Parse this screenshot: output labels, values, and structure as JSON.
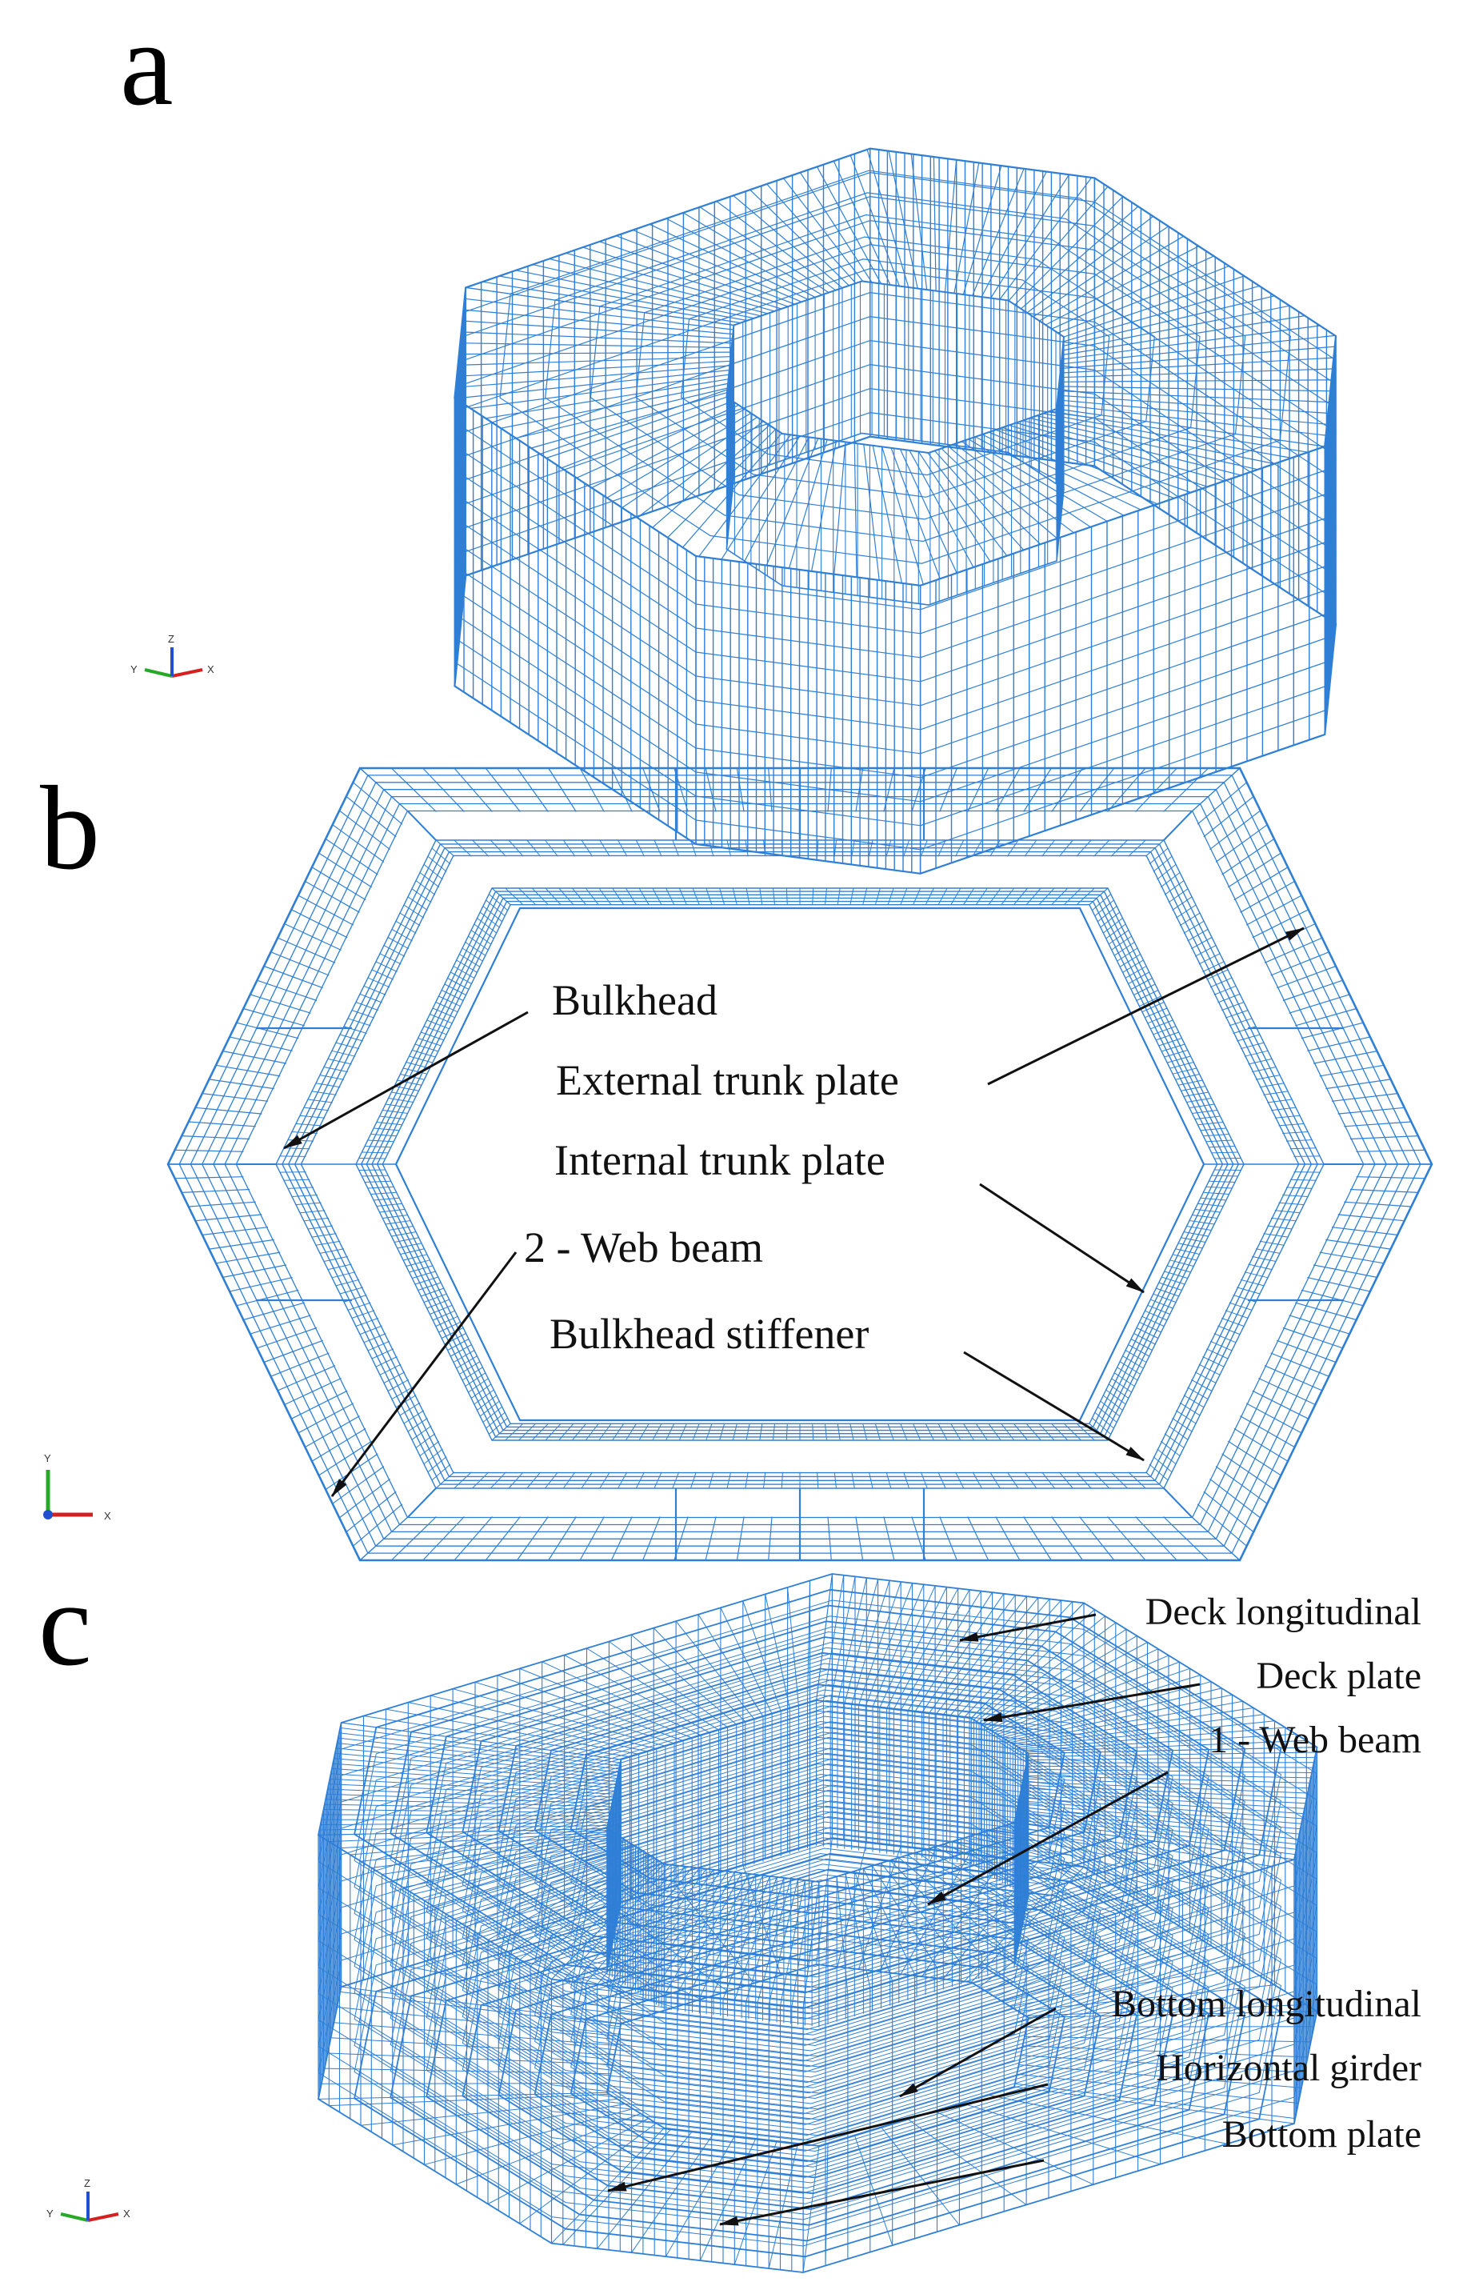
{
  "panels": {
    "a": {
      "letter": "a"
    },
    "b": {
      "letter": "b"
    },
    "c": {
      "letter": "c"
    }
  },
  "labels_b": {
    "bulkhead": "Bulkhead",
    "external_trunk_plate": "External trunk plate",
    "internal_trunk_plate": "Internal trunk plate",
    "web_beam_2": "2 - Web beam",
    "bulkhead_stiffener": "Bulkhead stiffener"
  },
  "labels_c": {
    "deck_longitudinal": "Deck longitudinal",
    "deck_plate": "Deck plate",
    "web_beam_1": "1 - Web beam",
    "bottom_longitudinal": "Bottom longitudinal",
    "horizontal_girder": "Horizontal girder",
    "bottom_plate": "Bottom plate"
  },
  "axes": {
    "iso": {
      "x": "X",
      "y": "Y",
      "z": "Z"
    },
    "plan": {
      "x": "X",
      "y": "Y"
    }
  },
  "colors": {
    "mesh": "#2f7fd6",
    "axis_x": "#d42020",
    "axis_y": "#28a828",
    "axis_z": "#2050d0",
    "leader": "#111111"
  }
}
